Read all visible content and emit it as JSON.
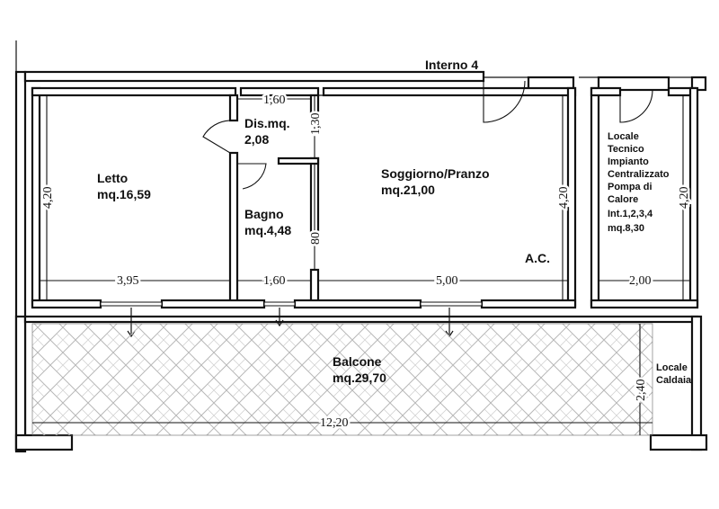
{
  "plan": {
    "unit_label": "Interno 4",
    "rooms": {
      "letto": {
        "name": "Letto",
        "area": "mq.16,59"
      },
      "disimpegno": {
        "name": "Dis.mq.",
        "area": "2,08"
      },
      "bagno": {
        "name": "Bagno",
        "area": "mq.4,48"
      },
      "soggiorno": {
        "name": "Soggiorno/Pranzo",
        "area": "mq.21,00"
      },
      "ac": "A.C.",
      "locale_tecnico": [
        "Locale",
        "Tecnico",
        "Impianto",
        "Centralizzato",
        "Pompa di",
        "Calore",
        "Int.1,2,3,4",
        "mq.8,30"
      ],
      "balcone": {
        "name": "Balcone",
        "area": "mq.29,70"
      },
      "caldaia": [
        "Locale",
        "Caldaia"
      ]
    },
    "dimensions": {
      "letto_width": "3,95",
      "letto_height": "4,20",
      "dis_width": "1,60",
      "dis_height": "1,30",
      "bagno_width": "1,60",
      "bagno_height": "80",
      "soggiorno_width": "5,00",
      "soggiorno_height": "4,20",
      "tecnico_width": "2,00",
      "tecnico_height": "4,20",
      "balcone_width": "12,20",
      "balcone_height": "2,40"
    }
  }
}
